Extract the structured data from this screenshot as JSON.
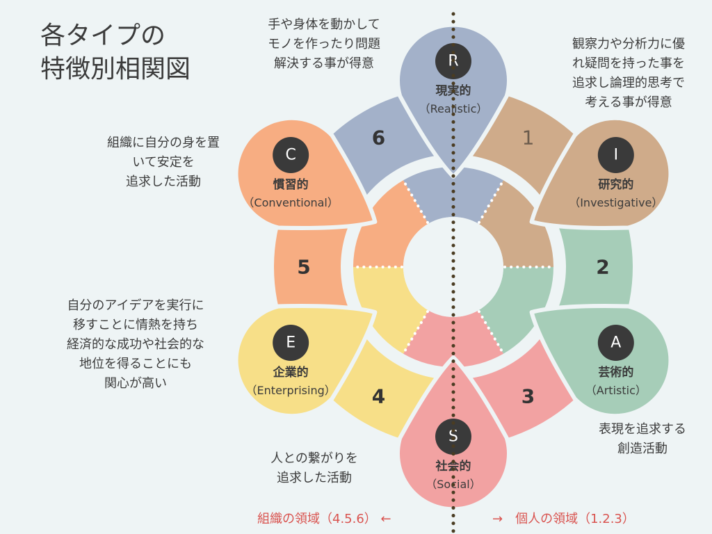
{
  "title": {
    "line1": "各タイプの",
    "line2": "特徴別相関図"
  },
  "types": [
    {
      "key": "R",
      "name": "現実的",
      "en": "（Realistic）",
      "color": "#a3b1c9",
      "desc": [
        "手や身体を動かして",
        "モノを作ったり問題",
        "解決する事が得意"
      ]
    },
    {
      "key": "I",
      "name": "研究的",
      "en": "（Investigative）",
      "color": "#cfab8a",
      "desc": [
        "観察力や分析力に優",
        "れ疑問を持った事を",
        "追求し論理的思考で",
        "考える事が得意"
      ]
    },
    {
      "key": "A",
      "name": "芸術的",
      "en": "（Artistic）",
      "color": "#a6cdb8",
      "desc": [
        "表現を追求する",
        "創造活動"
      ]
    },
    {
      "key": "S",
      "name": "社会的",
      "en": "（Social）",
      "color": "#f2a2a2",
      "desc": [
        "人との繋がりを",
        "追求した活動"
      ]
    },
    {
      "key": "E",
      "name": "企業的",
      "en": "（Enterprising）",
      "color": "#f7df88",
      "desc": [
        "自分のアイデアを実行に",
        "移すことに情熱を持ち",
        "経済的な成功や社会的な",
        "地位を得ることにも",
        "関心が高い"
      ]
    },
    {
      "key": "C",
      "name": "慣習的",
      "en": "（Conventional）",
      "color": "#f7ad82",
      "desc": [
        "組織に自分の身を置",
        "いて安定を",
        "追求した活動"
      ]
    }
  ],
  "connectors": [
    "1",
    "2",
    "3",
    "4",
    "5",
    "6"
  ],
  "footer": {
    "left": "組織の領域（4.5.6） ←",
    "right": "→　個人の領域（1.2.3）"
  },
  "colors": {
    "background": "#eef4f5",
    "badge": "#3a3a3a",
    "divider": "#4a3c22",
    "footer": "#d9534f"
  }
}
